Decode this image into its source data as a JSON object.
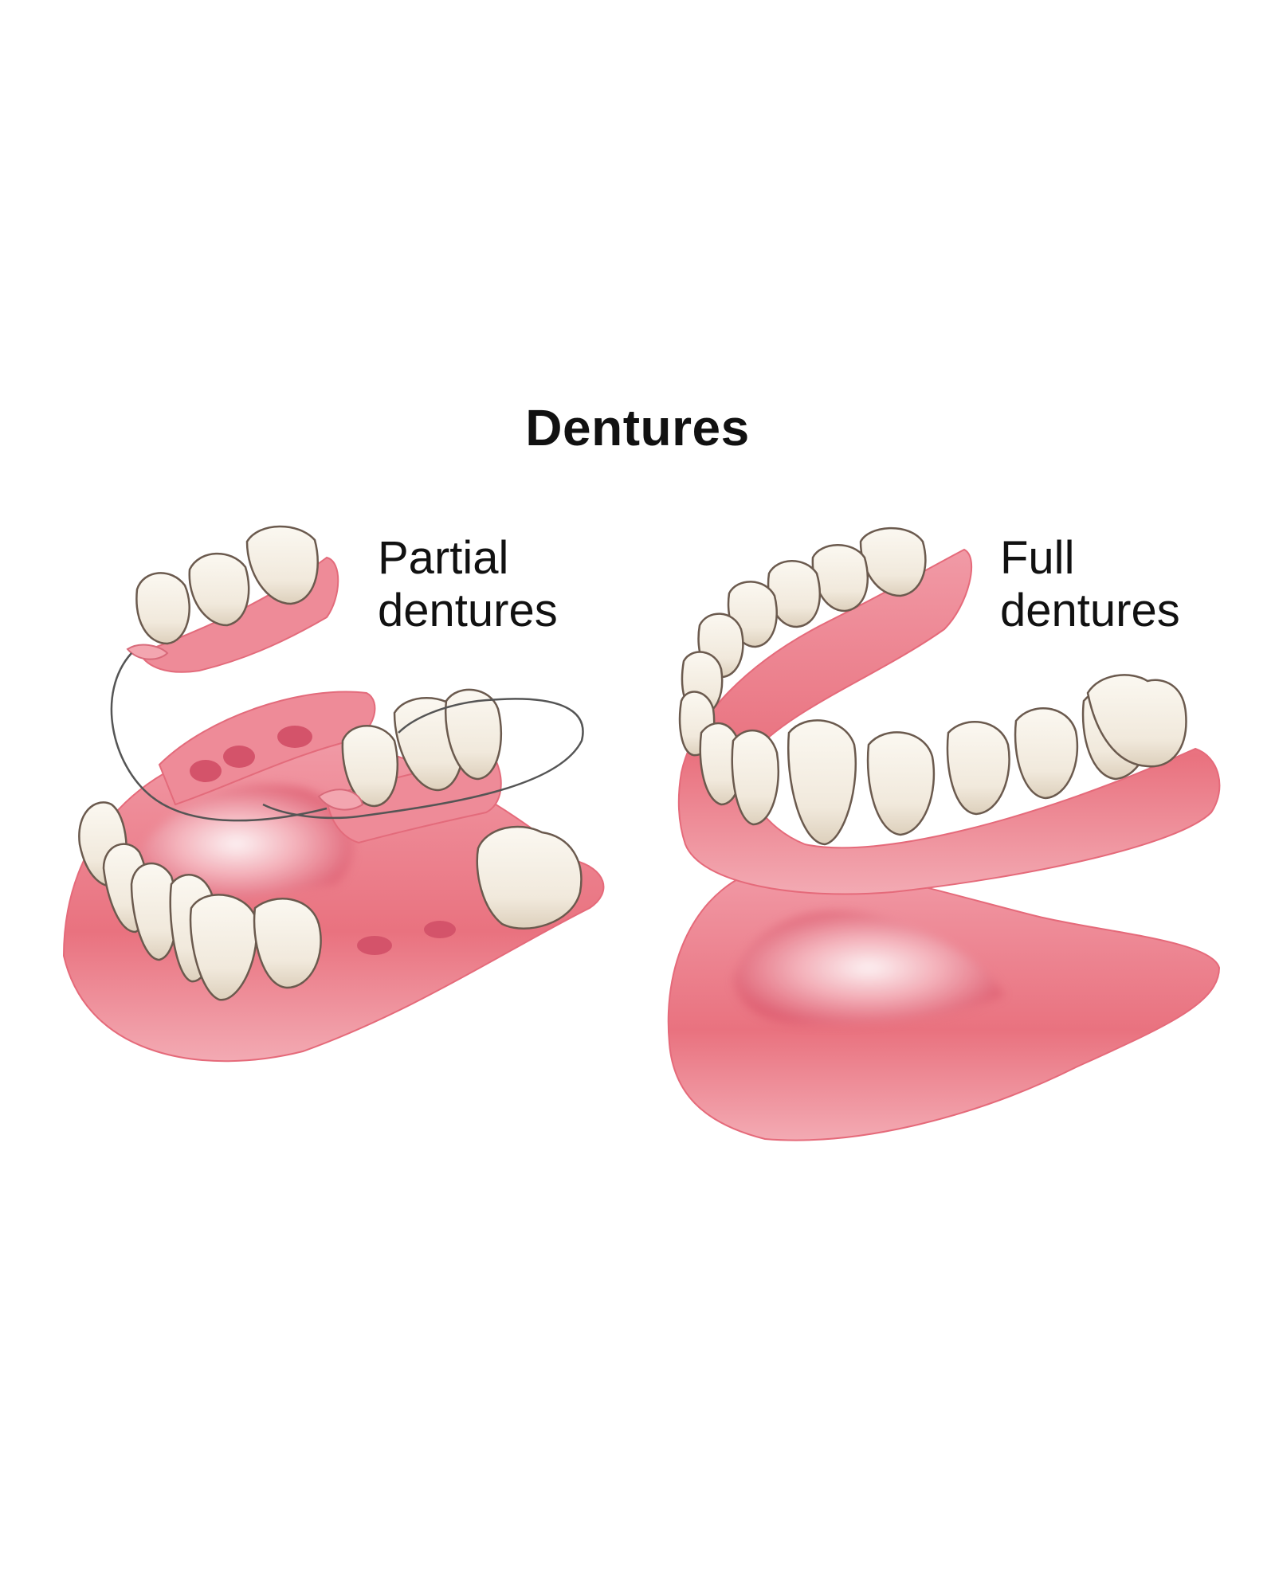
{
  "title": "Dentures",
  "partial": {
    "label": "Partial\ndentures"
  },
  "full": {
    "label": "Full\ndentures"
  },
  "colors": {
    "gum": "#ec7f8d",
    "gum_dark": "#d84a5f",
    "gum_light": "#f7c3ca",
    "tooth": "#f7f1e6",
    "tooth_shadow": "#d9cdb8",
    "outline": "#6b5a4e",
    "wire": "#555555"
  }
}
